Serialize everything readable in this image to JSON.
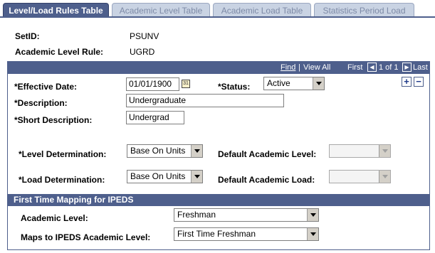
{
  "tabs": [
    {
      "label": "Level/Load Rules Table"
    },
    {
      "label": "Academic Level Table"
    },
    {
      "label": "Academic Load Table"
    },
    {
      "label": "Statistics Period Load"
    }
  ],
  "header": {
    "setid_label": "SetID:",
    "setid_value": "PSUNV",
    "level_rule_label": "Academic Level Rule:",
    "level_rule_value": "UGRD"
  },
  "navigator": {
    "find": "Find",
    "separator": "|",
    "view_all": "View All",
    "first": "First",
    "range": "1 of 1",
    "last": "Last"
  },
  "form": {
    "effective_date_label": "*Effective Date:",
    "effective_date_value": "01/01/1900",
    "status_label": "*Status:",
    "status_value": "Active",
    "description_label": "*Description:",
    "description_value": "Undergraduate",
    "short_description_label": "*Short Description:",
    "short_description_value": "Undergrad",
    "level_determination_label": "*Level Determination:",
    "level_determination_value": "Base On Units",
    "default_level_label": "Default Academic Level:",
    "default_level_value": "",
    "load_determination_label": "*Load Determination:",
    "load_determination_value": "Base On Units",
    "default_load_label": "Default Academic Load:",
    "default_load_value": ""
  },
  "ipeds": {
    "section_title": "First Time Mapping for IPEDS",
    "academic_level_label": "Academic Level:",
    "academic_level_value": "Freshman",
    "maps_to_label": "Maps to IPEDS Academic Level:",
    "maps_to_value": "First Time Freshman"
  },
  "buttons": {
    "add": "+",
    "delete": "−"
  },
  "colors": {
    "accent": "#4e5f8c",
    "tab_inactive": "#c9d3e3"
  }
}
